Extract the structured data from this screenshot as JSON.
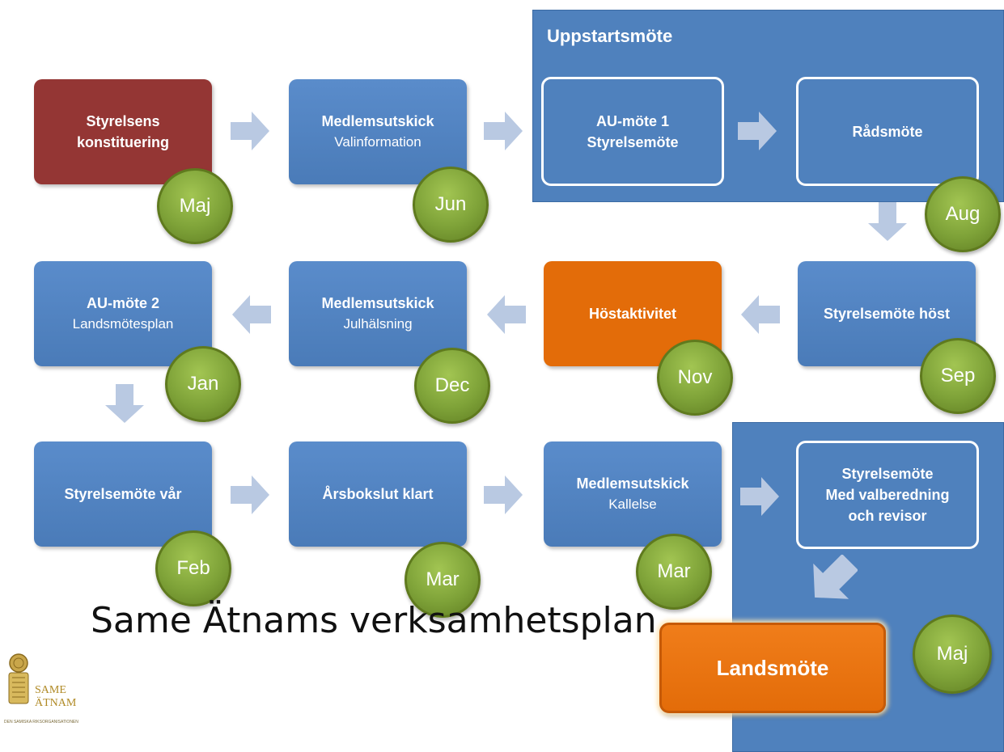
{
  "panels": {
    "uppstart_title": "Uppstartsmöte"
  },
  "steps": [
    {
      "line1": "Styrelsens",
      "line2": "konstituering",
      "month": "Maj"
    },
    {
      "line1": "Medlemsutskick",
      "line2": "Valinformation",
      "month": "Jun"
    },
    {
      "line1": "AU-möte 1",
      "line2": "Styrelsemöte"
    },
    {
      "line1": "Rådsmöte",
      "month": "Aug"
    },
    {
      "line1": "Styrelsemöte höst",
      "month": "Sep"
    },
    {
      "line1": "Höstaktivitet",
      "month": "Nov"
    },
    {
      "line1": "Medlemsutskick",
      "line2": "Julhälsning",
      "month": "Dec"
    },
    {
      "line1": "AU-möte 2",
      "line2": "Landsmötesplan",
      "month": "Jan"
    },
    {
      "line1": "Styrelsemöte vår",
      "month": "Feb"
    },
    {
      "line1": "Årsbokslut klart",
      "month": "Mar"
    },
    {
      "line1": "Medlemsutskick",
      "line2": "Kallelse",
      "month": "Mar"
    },
    {
      "line1": "Styrelsemöte",
      "line2": "Med valberedning",
      "line3": "och revisor"
    },
    {
      "line1": "Landsmöte",
      "month": "Maj"
    }
  ],
  "logo": {
    "line1": "SAME",
    "line2": "ÄTNAM",
    "tagline": "DEN SAMISKA RIKSORGANISATIONEN"
  },
  "caption": "Same Ätnams verksamhetsplan",
  "colors": {
    "blue": "#4f81bd",
    "red": "#943634",
    "orange": "#e36c09",
    "green": "#7ea238",
    "arrow": "#b9c9e2"
  }
}
